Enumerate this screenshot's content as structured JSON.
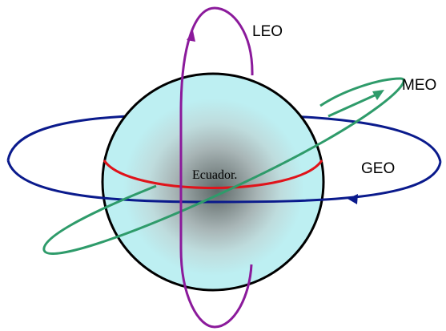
{
  "labels": {
    "leo": "LEO",
    "meo": "MEO",
    "geo": "GEO",
    "equator": "Ecuador."
  },
  "colors": {
    "leo_orbit": "#8b1a9b",
    "meo_orbit": "#2e9b6a",
    "geo_orbit": "#0a1a8c",
    "equator": "#e0131a",
    "planet_fill": "#bdeff2",
    "planet_core": "#5f6a6a",
    "planet_outline": "#000000"
  },
  "icons": {
    "leo_arrow": "arrow-down-icon",
    "meo_arrow": "arrow-up-right-icon",
    "geo_arrow": "arrow-left-icon"
  }
}
